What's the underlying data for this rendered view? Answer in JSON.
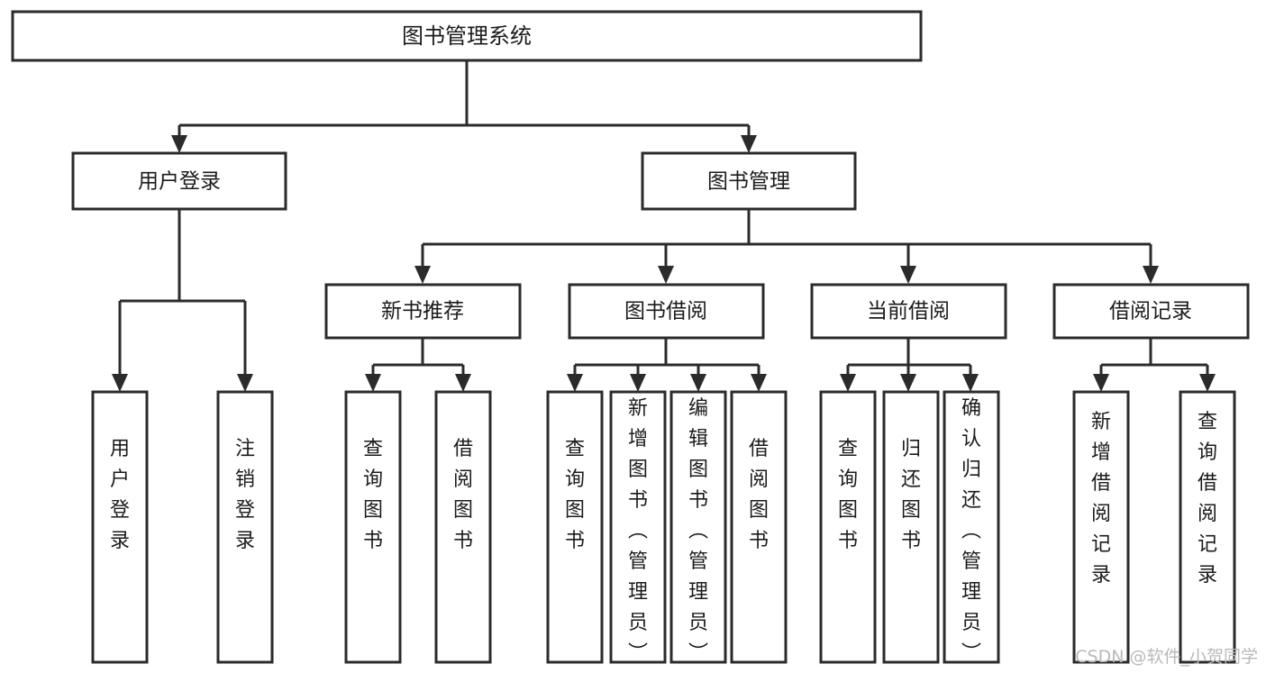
{
  "diagram": {
    "title": "图书管理系统",
    "type": "tree-hierarchy",
    "orientation": "top-down",
    "colors": {
      "box_fill": "#ffffff",
      "box_stroke": "#2b2b2b",
      "text": "#1b1b1b",
      "background": "#ffffff",
      "watermark": "#b9b9b9"
    },
    "root": {
      "label": "图书管理系统"
    },
    "level2": [
      {
        "label": "用户登录"
      },
      {
        "label": "图书管理"
      }
    ],
    "level3": [
      {
        "label": "新书推荐"
      },
      {
        "label": "图书借阅"
      },
      {
        "label": "当前借阅"
      },
      {
        "label": "借阅记录"
      }
    ],
    "leaves": {
      "user_login": [
        {
          "label": "用户登录"
        },
        {
          "label": "注销登录"
        }
      ],
      "new_book_recommend": [
        {
          "label": "查询图书"
        },
        {
          "label": "借阅图书"
        }
      ],
      "book_borrow": [
        {
          "label": "查询图书"
        },
        {
          "label": "新增图书（管理员）"
        },
        {
          "label": "编辑图书（管理员）"
        },
        {
          "label": "借阅图书"
        }
      ],
      "current_borrow": [
        {
          "label": "查询图书"
        },
        {
          "label": "归还图书"
        },
        {
          "label": "确认归还（管理员）"
        }
      ],
      "borrow_record": [
        {
          "label": "新增借阅记录"
        },
        {
          "label": "查询借阅记录"
        }
      ]
    }
  },
  "watermark": {
    "text": "CSDN @软件_小贺同学"
  }
}
